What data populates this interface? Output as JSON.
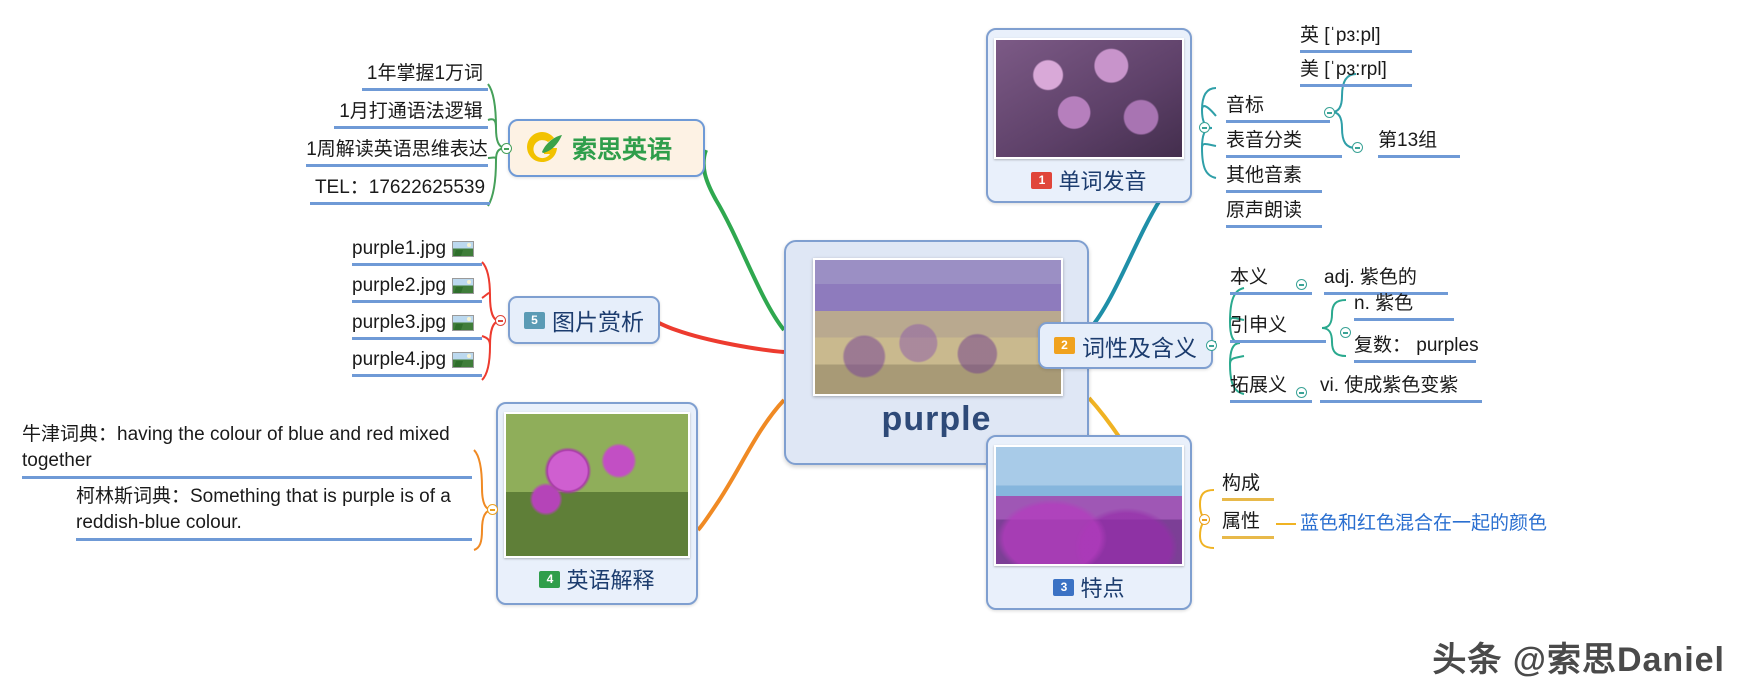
{
  "central": {
    "title": "purple",
    "image": "lavender-bundle-photo"
  },
  "logo_node": {
    "brand": "索思英语",
    "icon": "leaf-circle-logo"
  },
  "colors": {
    "branch_pronunciation": "#1f8fa8",
    "branch_meaning": "#2aa98e",
    "branch_features": "#f0b323",
    "branch_explanation": "#f08a24",
    "branch_gallery": "#ed3b2f",
    "branch_brand": "#2fa84f",
    "leaf_underline": "#6f9ad6",
    "node_border": "#7f9fd0",
    "node_fill": "#e6eefa",
    "title_text": "#2e4a78"
  },
  "brand_leaves": [
    {
      "text": "1年掌握1万词"
    },
    {
      "text": "1月打通语法逻辑"
    },
    {
      "text": "1周解读英语思维表达"
    },
    {
      "text": "TEL：17622625539"
    }
  ],
  "gallery": {
    "node_label": "图片赏析",
    "node_number": "5",
    "badge_color": "#5b9bb5",
    "items": [
      {
        "name": "purple1.jpg",
        "icon": "image-icon"
      },
      {
        "name": "purple2.jpg",
        "icon": "image-icon"
      },
      {
        "name": "purple3.jpg",
        "icon": "image-icon"
      },
      {
        "name": "purple4.jpg",
        "icon": "image-icon"
      }
    ]
  },
  "pronunciation": {
    "node_label": "单词发音",
    "node_number": "1",
    "badge_color": "#e0453a",
    "image": "lilac-flowers-photo",
    "rows": [
      {
        "label": "音标",
        "has_toggle": true,
        "children": [
          {
            "text": "英 [ˈpɜ:pl]"
          },
          {
            "text": "美 [ˈpɜ:rpl]"
          }
        ]
      },
      {
        "label": "表音分类",
        "has_toggle": true,
        "value": "第13组",
        "children": []
      },
      {
        "label": "其他音素",
        "has_toggle": false,
        "children": []
      },
      {
        "label": "原声朗读",
        "has_toggle": false,
        "children": []
      }
    ]
  },
  "meaning": {
    "node_label": "词性及含义",
    "node_number": "2",
    "badge_color": "#f0a21e",
    "rows": [
      {
        "label": "本义",
        "has_toggle": true,
        "value": "adj. 紫色的",
        "children": []
      },
      {
        "label": "引申义",
        "has_toggle": true,
        "children": [
          {
            "text": "n. 紫色"
          },
          {
            "text": "复数： purples"
          }
        ]
      },
      {
        "label": "拓展义",
        "has_toggle": true,
        "value": "vi. 使成紫色变紫",
        "children": []
      }
    ]
  },
  "features": {
    "node_label": "特点",
    "node_number": "3",
    "badge_color": "#3b72c4",
    "image": "purple-flower-field-photo",
    "rows": [
      {
        "label": "构成",
        "has_toggle": false,
        "value": ""
      },
      {
        "label": "属性",
        "has_toggle": false,
        "value": "蓝色和红色混合在一起的颜色"
      }
    ]
  },
  "explanation": {
    "node_label": "英语解释",
    "node_number": "4",
    "badge_color": "#2f9e4b",
    "image": "allium-purple-flowers-photo",
    "entries": [
      {
        "text": "牛津词典：having the colour of blue and red mixed together"
      },
      {
        "text": "柯林斯词典：Something that is purple is of a reddish-blue colour."
      }
    ]
  },
  "watermark": {
    "text": "头条 @索思Daniel"
  }
}
